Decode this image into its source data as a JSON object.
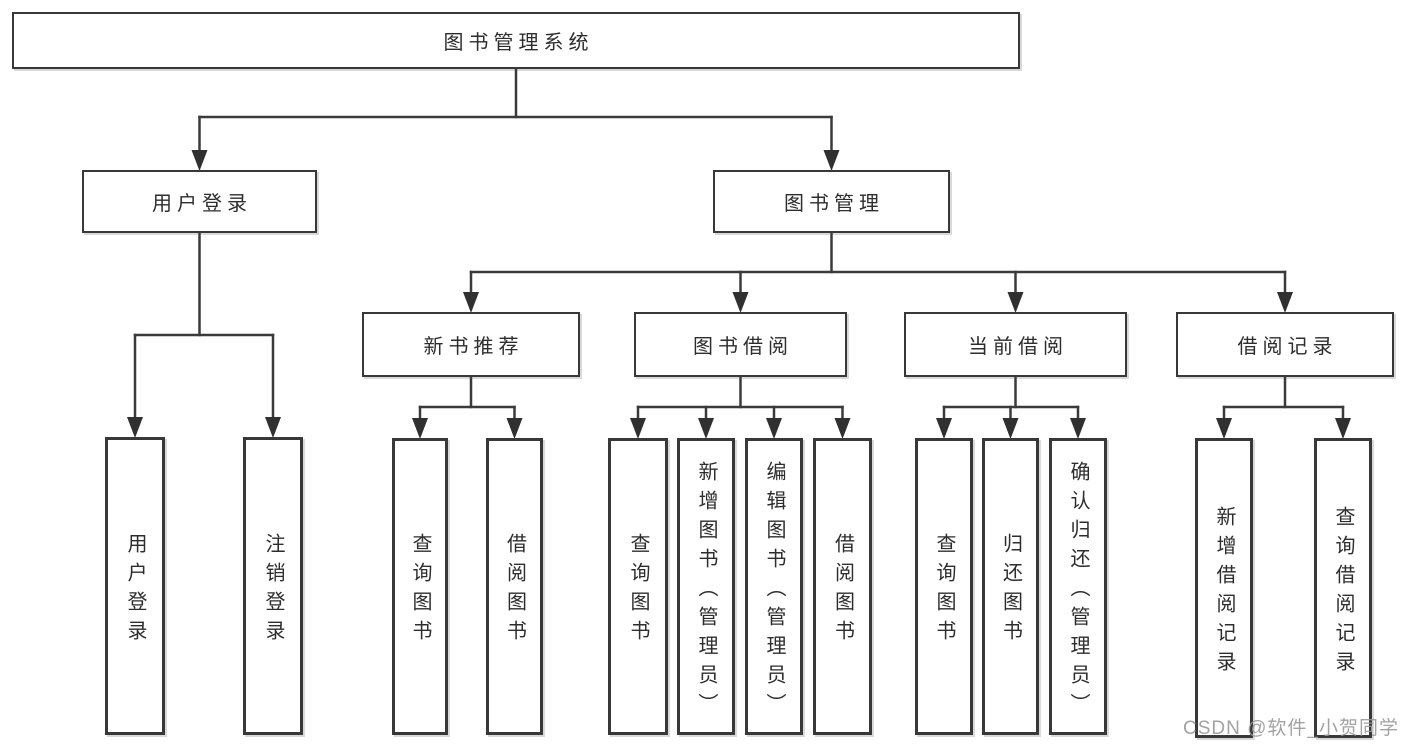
{
  "diagram": {
    "type": "hierarchy-tree",
    "title": "图书管理系统",
    "watermark": "CSDN @软件_小贺同学",
    "colors": {
      "line": "#3a3a3a",
      "arrow": "#303030",
      "box_border": "#383838",
      "text": "#2d2d2d",
      "background": "#ffffff",
      "watermark": "#9a9a9a"
    },
    "tree": {
      "id": "library-system",
      "label": "图书管理系统",
      "children": [
        {
          "id": "user-login",
          "label": "用户登录",
          "children": [
            {
              "id": "leaf-user-login",
              "label": "用户登录"
            },
            {
              "id": "leaf-logout",
              "label": "注销登录"
            }
          ]
        },
        {
          "id": "book-management",
          "label": "图书管理",
          "children": [
            {
              "id": "new-book-recommend",
              "label": "新书推荐",
              "children": [
                {
                  "id": "nbr-query-books",
                  "label": "查询图书"
                },
                {
                  "id": "nbr-borrow-books",
                  "label": "借阅图书"
                }
              ]
            },
            {
              "id": "book-borrowing",
              "label": "图书借阅",
              "children": [
                {
                  "id": "bb-query-books",
                  "label": "查询图书"
                },
                {
                  "id": "bb-add-books",
                  "label": "新增图书（管理员）"
                },
                {
                  "id": "bb-edit-books",
                  "label": "编辑图书（管理员）"
                },
                {
                  "id": "bb-borrow-books",
                  "label": "借阅图书"
                }
              ]
            },
            {
              "id": "current-borrowing",
              "label": "当前借阅",
              "children": [
                {
                  "id": "cb-query-books",
                  "label": "查询图书"
                },
                {
                  "id": "cb-return-books",
                  "label": "归还图书"
                },
                {
                  "id": "cb-confirm-return",
                  "label": "确认归还（管理员）"
                }
              ]
            },
            {
              "id": "borrow-records",
              "label": "借阅记录",
              "children": [
                {
                  "id": "br-add-record",
                  "label": "新增借阅记录"
                },
                {
                  "id": "br-query-record",
                  "label": "查询借阅记录"
                }
              ]
            }
          ]
        }
      ]
    }
  }
}
